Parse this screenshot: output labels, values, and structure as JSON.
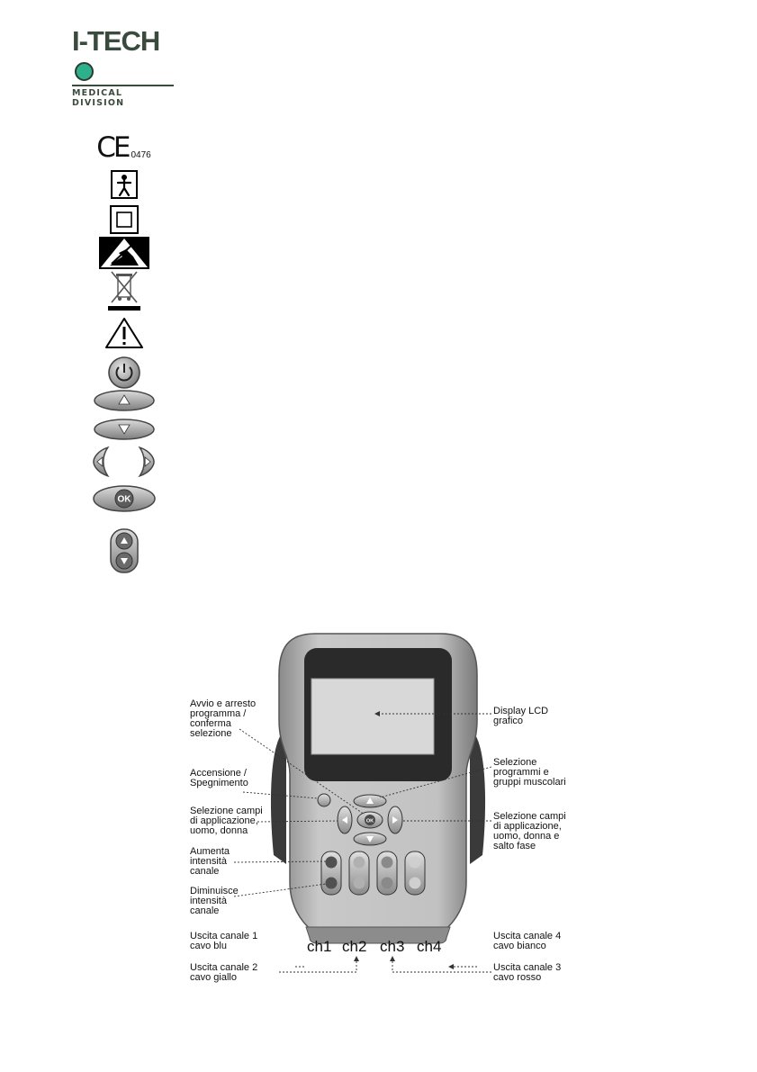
{
  "logo": {
    "wordmark": "I-TECH",
    "subtitle": "MEDICAL DIVISION"
  },
  "symbols": {
    "ce_number": "0476",
    "icons": [
      "ce-mark-icon",
      "applied-part-bf-icon",
      "double-insulation-icon",
      "esd-warning-icon",
      "weee-bin-icon",
      "warning-triangle-icon",
      "power-button-icon",
      "up-arrow-button-icon",
      "down-arrow-button-icon",
      "left-right-arrow-buttons-icon",
      "ok-button-icon",
      "channel-intensity-rocker-icon"
    ]
  },
  "diagram": {
    "labels": {
      "avvio": "Avvio e arresto\nprogramma /\nconferma\nselezione",
      "display": "Display LCD\ngrafico",
      "accensione": "Accensione /\nSpegnimento",
      "selezione_programmi": "Selezione\nprogrammi e\ngruppi muscolari",
      "selezione_left": "Selezione campi\ndi applicazione,\nuomo, donna",
      "selezione_right": "Selezione campi\ndi applicazione,\nuomo, donna e\nsalto fase",
      "aumenta": "Aumenta\nintensità\ncanale",
      "diminuisce": "Diminuisce\nintensità\ncanale",
      "uscita1": "Uscita canale 1\ncavo blu",
      "uscita2": "Uscita canale 2\ncavo giallo",
      "uscita3": "Uscita canale 3\ncavo rosso",
      "uscita4": "Uscita canale 4\ncavo bianco"
    },
    "channels": [
      "ch1",
      "ch2",
      "ch3",
      "ch4"
    ]
  },
  "colors": {
    "logo_dot": "#2fb08c",
    "device_body": "#a9a9a9",
    "screen": "#d8d8d8"
  }
}
